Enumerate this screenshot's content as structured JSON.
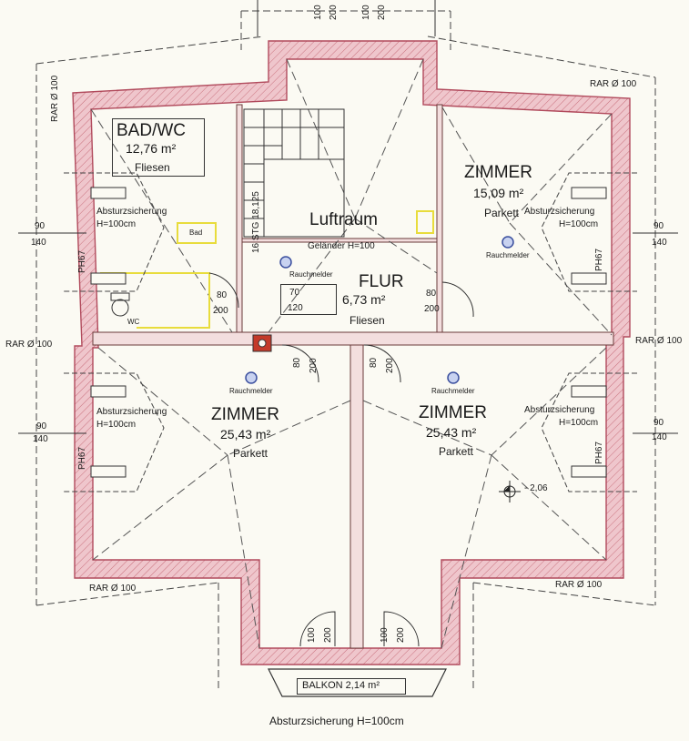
{
  "rooms": {
    "bad": {
      "name": "BAD/WC",
      "area": "12,76 m²",
      "floor": "Fliesen"
    },
    "luftraum": {
      "name": "Luftraum"
    },
    "flur": {
      "name": "FLUR",
      "area": "6,73 m²",
      "floor": "Fliesen"
    },
    "zimmer_ne": {
      "name": "ZIMMER",
      "area": "15,09 m²",
      "floor": "Parkett"
    },
    "zimmer_sw": {
      "name": "ZIMMER",
      "area": "25,43 m²",
      "floor": "Parkett"
    },
    "zimmer_se": {
      "name": "ZIMMER",
      "area": "25,43 m²",
      "floor": "Parkett"
    },
    "balkon": {
      "name": "BALKON 2,14 m²"
    }
  },
  "labels": {
    "gelaender": "Geländer H=100",
    "stairs": "16 STG 18,125",
    "rauchmelder": "Rauchmelder",
    "bad_fixture": "Bad",
    "wc_fixture": "WC",
    "absturz": "Absturzsicherung",
    "absturz_h": "H=100cm",
    "ph67": "PH67",
    "rar": "RAR Ø 100",
    "level": "- 2,06",
    "bottom_note": "Absturzsicherung H=100cm"
  },
  "dims": {
    "d90": "90",
    "d140": "140",
    "d80": "80",
    "d200": "200",
    "d70": "70",
    "d120": "120",
    "d100": "100"
  },
  "colors": {
    "wall_fill": "#e9b7c0",
    "wall_line": "#c25a6a",
    "fixture": "#e8dc3c",
    "smoke": "#3b4f9e",
    "chimney": "#c43a2a"
  }
}
